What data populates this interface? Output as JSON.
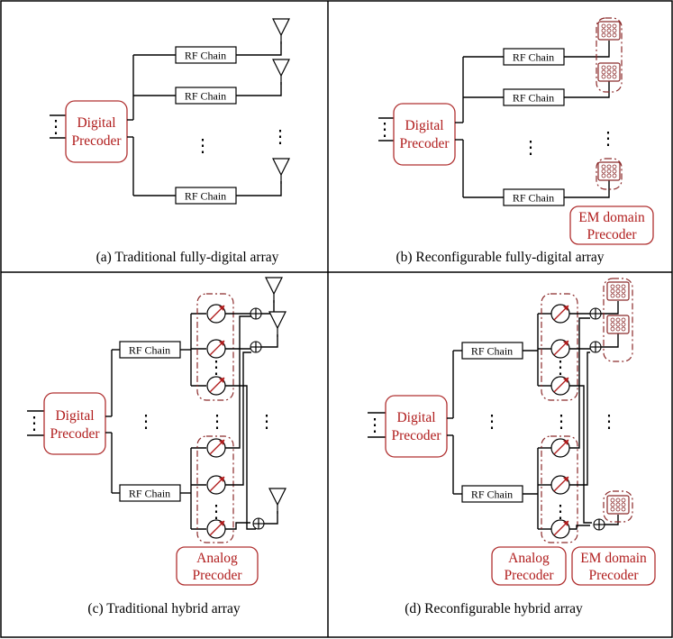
{
  "panels": {
    "a": {
      "caption": "(a) Traditional fully-digital array"
    },
    "b": {
      "caption": "(b) Reconfigurable fully-digital array"
    },
    "c": {
      "caption": "(c) Traditional hybrid array"
    },
    "d": {
      "caption": "(d) Reconfigurable hybrid array"
    }
  },
  "labels": {
    "rf_chain": "RF Chain",
    "digital": "Digital",
    "precoder": "Precoder",
    "analog": "Analog",
    "em_domain": "EM domain",
    "vdots": "⋮"
  },
  "colors": {
    "accent_red": "#b01c1c",
    "line": "#000000"
  }
}
